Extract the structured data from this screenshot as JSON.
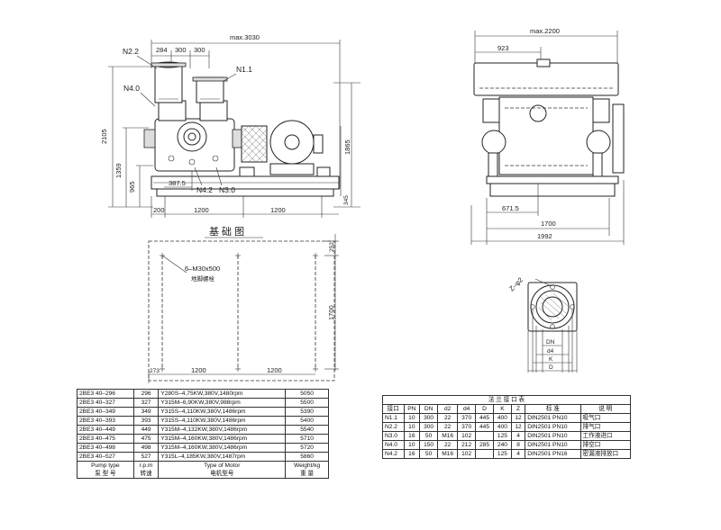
{
  "front_view": {
    "max_len": "max.3030",
    "top_dims": [
      "284",
      "300",
      "300"
    ],
    "nozzles": {
      "n22": "N2.2",
      "n11": "N1.1",
      "n40": "N4.0",
      "n42": "N4.2",
      "n30": "N3.0"
    },
    "left_dims": [
      "2105",
      "1359",
      "965"
    ],
    "right_dims": [
      "1865",
      "345"
    ],
    "offset": "387.5",
    "bottom_dims": [
      "200",
      "1200",
      "1200"
    ]
  },
  "side_view": {
    "max_width": "max.2200",
    "top_dim": "923",
    "offset": "671.5",
    "base_dim": "1700",
    "total_dim": "1992"
  },
  "foundation": {
    "title": "基 础 图",
    "bolts": "6–M30x500",
    "bolt_note": "地脚螺栓",
    "right_dims": [
      "252",
      "1700"
    ],
    "left_dim": "273",
    "bottom_dims": [
      "1200",
      "1200"
    ]
  },
  "flange_detail": {
    "angle": "Z–φ2",
    "labels": [
      "DN",
      "d4",
      "K",
      "D"
    ]
  },
  "pump_table": {
    "rows": [
      [
        "2BE3 40–296",
        "296",
        "Y280S–4,75KW,380V,1480rpm",
        "5050"
      ],
      [
        "2BE3 40–327",
        "327",
        "Y315M–6,90KW,380V,988rpm",
        "5500"
      ],
      [
        "2BE3 40–349",
        "349",
        "Y315S–4,110KW,380V,1486rpm",
        "5390"
      ],
      [
        "2BE3 40–393",
        "393",
        "Y315S–4,110KW,380V,1486rpm",
        "5400"
      ],
      [
        "2BE3 40–449",
        "449",
        "Y315M–4,132KW,380V,1486rpm",
        "5540"
      ],
      [
        "2BE3 40–475",
        "475",
        "Y315M–4,160KW,380V,1486rpm",
        "5710"
      ],
      [
        "2BE3 40–498",
        "498",
        "Y315M–4,160KW,380V,1486rpm",
        "5720"
      ],
      [
        "2BE3 40–527",
        "527",
        "Y315L–4,185KW,380V,1487rpm",
        "5860"
      ]
    ],
    "header_en": [
      "Pump type",
      "r.p.m",
      "Type of Motor",
      "Weight/kg"
    ],
    "header_cn": [
      "泵 型 号",
      "转速",
      "电机型号",
      "重 量"
    ]
  },
  "flange_table": {
    "title": "法 兰 接 口 表",
    "headers": [
      "接口",
      "PN",
      "DN",
      "d2",
      "d4",
      "D",
      "K",
      "Z",
      "标 准",
      "说 明"
    ],
    "rows": [
      [
        "N1.1",
        "10",
        "300",
        "22",
        "370",
        "445",
        "400",
        "12",
        "DIN2501 PN10",
        "吸气口"
      ],
      [
        "N2.2",
        "10",
        "300",
        "22",
        "370",
        "445",
        "400",
        "12",
        "DIN2501 PN10",
        "排气口"
      ],
      [
        "N3.0",
        "16",
        "50",
        "M16",
        "102",
        "",
        "125",
        "4",
        "DIN2501 PN10",
        "工作液进口"
      ],
      [
        "N4.0",
        "10",
        "150",
        "22",
        "212",
        "285",
        "240",
        "8",
        "DIN2501 PN10",
        "排空口"
      ],
      [
        "N4.2",
        "16",
        "50",
        "M16",
        "102",
        "",
        "125",
        "4",
        "DIN2501 PN16",
        "密漏液排放口"
      ]
    ]
  }
}
